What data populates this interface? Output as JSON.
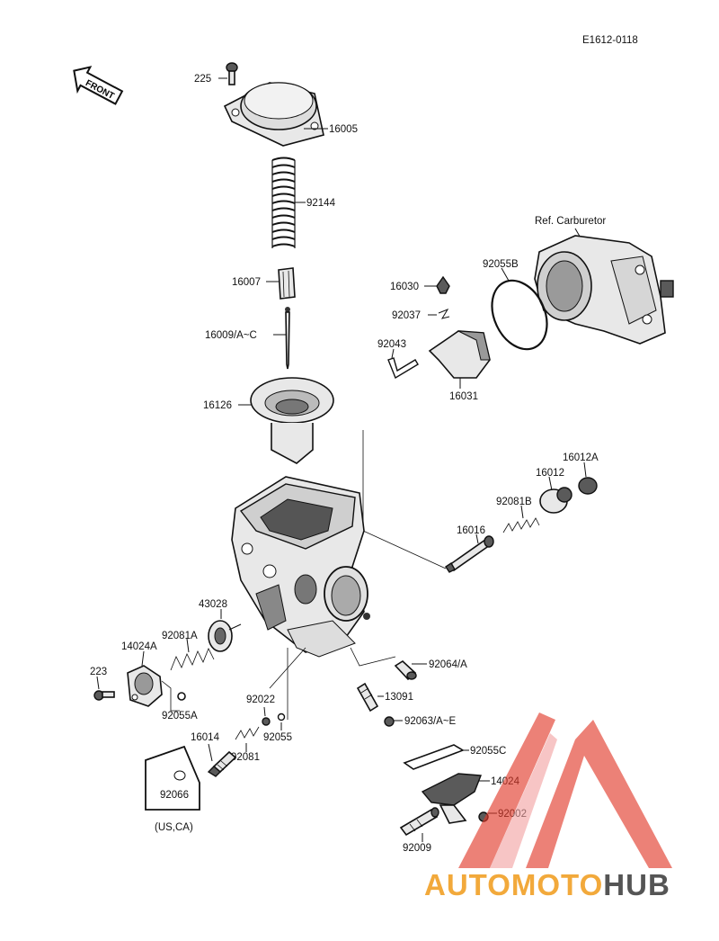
{
  "diagram_code": "E1612-0118",
  "front_arrow_label": "FRONT",
  "ref_label": "Ref. Carburetor",
  "region_label": "(US,CA)",
  "watermark": "AUTOMOTOHUB",
  "watermark_parts": [
    "AUTOMOTO",
    "HUB"
  ],
  "colors": {
    "watermark_red": "#e23a2a",
    "watermark_orange": "#f2a93b",
    "watermark_gray": "#555555"
  },
  "parts": {
    "p225": "225",
    "p16005": "16005",
    "p92144": "92144",
    "p16007": "16007",
    "p16009": "16009/A~C",
    "p16126": "16126",
    "p16030": "16030",
    "p92037": "92037",
    "p92043": "92043",
    "p16031": "16031",
    "p92055B": "92055B",
    "p16012A": "16012A",
    "p16012": "16012",
    "p92081B": "92081B",
    "p16016": "16016",
    "p43028": "43028",
    "p92081A": "92081A",
    "p14024A": "14024A",
    "p223": "223",
    "p92055A": "92055A",
    "p92022": "92022",
    "p92055": "92055",
    "p16014": "16014",
    "p92081": "92081",
    "p92066": "92066",
    "p92064": "92064/A",
    "p13091": "13091",
    "p92063": "92063/A~E",
    "p92055C": "92055C",
    "p14024": "14024",
    "p92002": "92002",
    "p92009": "92009"
  }
}
